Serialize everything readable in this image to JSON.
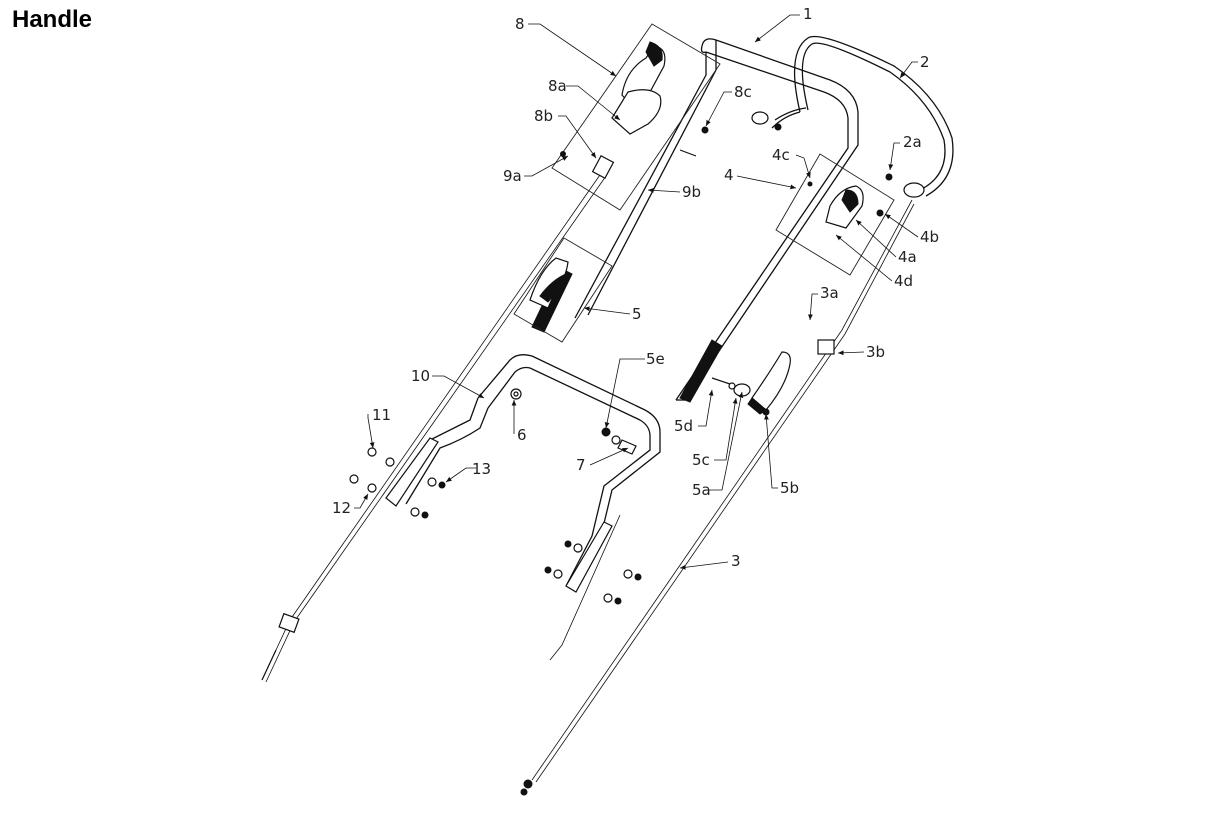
{
  "title": "Handle",
  "colors": {
    "line": "#111111",
    "background": "#ffffff",
    "label": "#222222"
  },
  "callouts": {
    "p1": "1",
    "p2": "2",
    "p2a": "2a",
    "p3": "3",
    "p3a": "3a",
    "p3b": "3b",
    "p4": "4",
    "p4a": "4a",
    "p4b": "4b",
    "p4c": "4c",
    "p4d": "4d",
    "p5": "5",
    "p5a": "5a",
    "p5b": "5b",
    "p5c": "5c",
    "p5d": "5d",
    "p5e": "5e",
    "p6": "6",
    "p7": "7",
    "p8": "8",
    "p8a": "8a",
    "p8b": "8b",
    "p8c": "8c",
    "p9a": "9a",
    "p9b": "9b",
    "p10": "10",
    "p11": "11",
    "p12": "12",
    "p13": "13"
  }
}
